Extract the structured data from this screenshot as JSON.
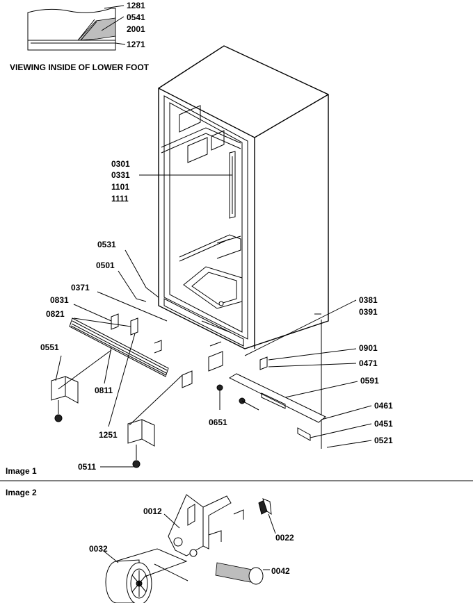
{
  "inset": {
    "title": "VIEWING INSIDE OF LOWER FOOT",
    "labels": [
      "1281",
      "0541",
      "2001",
      "1271"
    ]
  },
  "image1": {
    "caption": "Image 1",
    "labels": {
      "l0301": "0301",
      "l0331": "0331",
      "l1101": "1101",
      "l1111": "1111",
      "l0531": "0531",
      "l0501": "0501",
      "l0371": "0371",
      "l0831": "0831",
      "l0821": "0821",
      "l0551": "0551",
      "l0811": "0811",
      "l1251": "1251",
      "l0511": "0511",
      "l0651": "0651",
      "l0381": "0381",
      "l0391": "0391",
      "l0901": "0901",
      "l0471": "0471",
      "l0591": "0591",
      "l0461": "0461",
      "l0451": "0451",
      "l0521": "0521"
    }
  },
  "image2": {
    "caption": "Image 2",
    "labels": {
      "l0012": "0012",
      "l0022": "0022",
      "l0032": "0032",
      "l0042": "0042"
    }
  }
}
